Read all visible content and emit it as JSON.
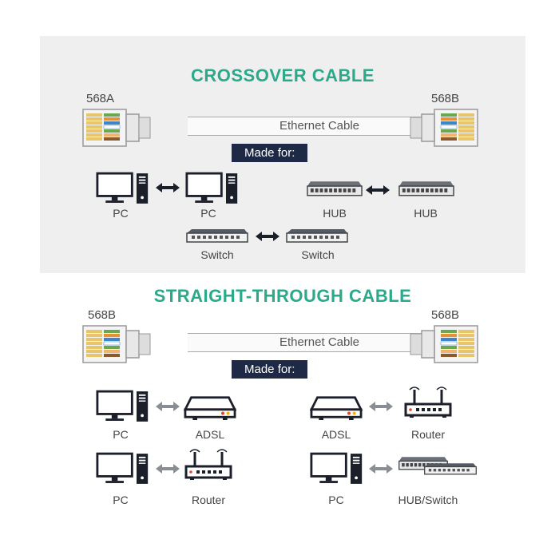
{
  "colors": {
    "title": "#2aa98b",
    "badge_bg": "#1e2a45",
    "panel_bg": "#efefef"
  },
  "crossover": {
    "title": "CROSSOVER CABLE",
    "left_standard": "568A",
    "right_standard": "568B",
    "cable_label": "Ethernet Cable",
    "made_for": "Made for:",
    "pairs": [
      {
        "left": "PC",
        "right": "PC"
      },
      {
        "left": "HUB",
        "right": "HUB"
      },
      {
        "left": "Switch",
        "right": "Switch"
      }
    ]
  },
  "straight": {
    "title": "STRAIGHT-THROUGH CABLE",
    "left_standard": "568B",
    "right_standard": "568B",
    "cable_label": "Ethernet Cable",
    "made_for": "Made for:",
    "pairs": [
      {
        "left": "PC",
        "right": "ADSL"
      },
      {
        "left": "ADSL",
        "right": "Router"
      },
      {
        "left": "PC",
        "right": "Router"
      },
      {
        "left": "PC",
        "right": "HUB/Switch"
      }
    ]
  },
  "icons": [
    "pc-icon",
    "hub-icon",
    "switch-icon",
    "adsl-modem-icon",
    "router-icon",
    "double-arrow-icon",
    "rj45-plug-icon"
  ]
}
